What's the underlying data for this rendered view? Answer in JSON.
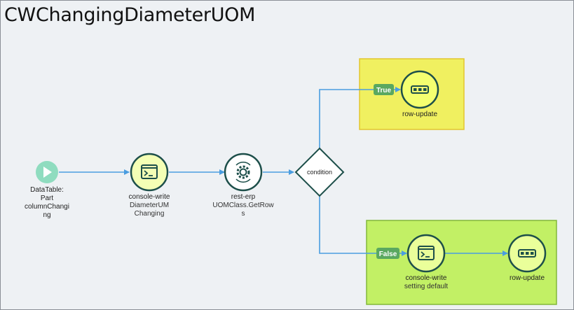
{
  "title": "CWChangingDiameterUOM",
  "colors": {
    "edge": "#4a9de0",
    "node_stroke": "#1d4f4a",
    "group_true_fill": "#f0f060",
    "group_true_border": "#e3c52e",
    "group_false_fill": "#c2f065",
    "group_false_border": "#82b839",
    "badge": "#5aa860",
    "start_fill": "#8fdcbf"
  },
  "nodes": {
    "start": {
      "icon": "play-icon",
      "lines": [
        "DataTable:",
        "Part",
        "columnChangi",
        "ng"
      ]
    },
    "console_write_1": {
      "icon": "terminal-icon",
      "title": "console-write",
      "lines": [
        "DiameterUM",
        "Changing"
      ]
    },
    "rest_erp": {
      "icon": "gear-arrows-icon",
      "title": "rest-erp",
      "lines": [
        "UOMClass.GetRow",
        "s"
      ]
    },
    "condition": {
      "label": "condition"
    },
    "row_update_true": {
      "icon": "row-segments-icon",
      "title": "row-update"
    },
    "console_write_2": {
      "icon": "terminal-icon",
      "title": "console-write",
      "lines": [
        "setting default"
      ]
    },
    "row_update_false": {
      "icon": "row-segments-icon",
      "title": "row-update"
    }
  },
  "badges": {
    "true": "True",
    "false": "False"
  }
}
